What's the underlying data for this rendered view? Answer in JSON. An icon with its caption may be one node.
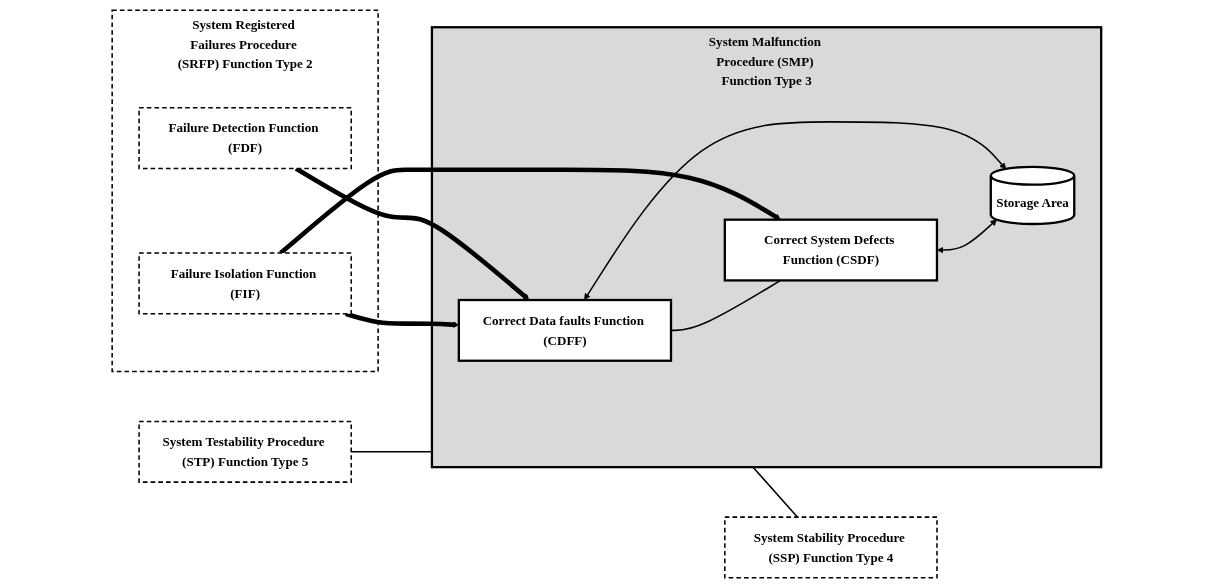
{
  "diagram": {
    "nodes": [
      {
        "text": [
          "System Registered Failures Procedure (SRFP) Function Type 2"
        ]
      },
      {
        "text": [
          "Failure Detection Function (FDF)"
        ],
        "in": 0
      },
      {
        "text": [
          "Failure Isolation Function (FIF)"
        ],
        "in": 0
      },
      {
        "text": [
          "System Malfunction Procedure (SMP) Function Type 3"
        ]
      },
      {
        "text": [
          "Correct Data faults Function (CDFF)"
        ],
        "in": 3
      },
      {
        "text": [
          "Correct System Defects Function (CSDF)"
        ],
        "in": 3
      },
      {
        "text": [
          "Storage Area"
        ],
        "in": 3
      },
      {
        "text": [
          "System Stability Procedure (SSP) Function Type 4"
        ]
      },
      {
        "text": [
          "System Testability Procedure (STP) Function Type 5"
        ]
      }
    ],
    "edges": [
      {
        "from": 1,
        "to": 4,
        "arrow": "to",
        "style": "thick"
      },
      {
        "from": 2,
        "to": 4,
        "arrow": "to",
        "style": "thick"
      },
      {
        "from": 2,
        "to": 5,
        "arrow": "to",
        "style": "thick"
      },
      {
        "from": 4,
        "to": 6,
        "arrow": "both"
      },
      {
        "from": 5,
        "to": 6,
        "arrow": "both"
      },
      {
        "from": 4,
        "to": 5,
        "arrow": "none"
      },
      {
        "from": 3,
        "to": 7,
        "arrow": "none"
      },
      {
        "from": 3,
        "to": 8,
        "arrow": "none"
      }
    ]
  }
}
